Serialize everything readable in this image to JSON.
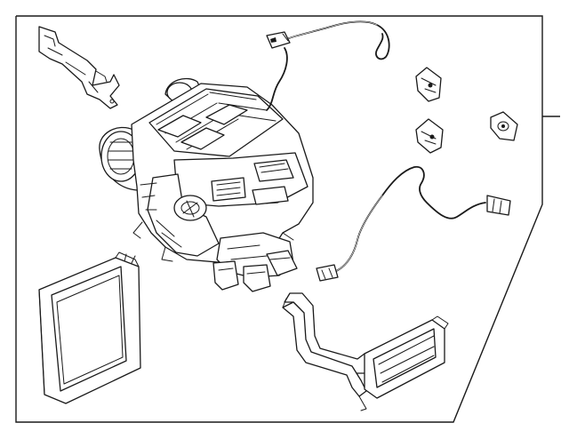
{
  "diagram": {
    "parts": [
      {
        "name": "hvac-unit-assembly"
      },
      {
        "name": "mounting-bracket"
      },
      {
        "name": "wiring-harness-upper"
      },
      {
        "name": "wiring-harness-lower"
      },
      {
        "name": "clip-upper"
      },
      {
        "name": "clip-middle"
      },
      {
        "name": "clip-right"
      },
      {
        "name": "evaporator-core"
      },
      {
        "name": "heater-core"
      }
    ],
    "labels": []
  }
}
